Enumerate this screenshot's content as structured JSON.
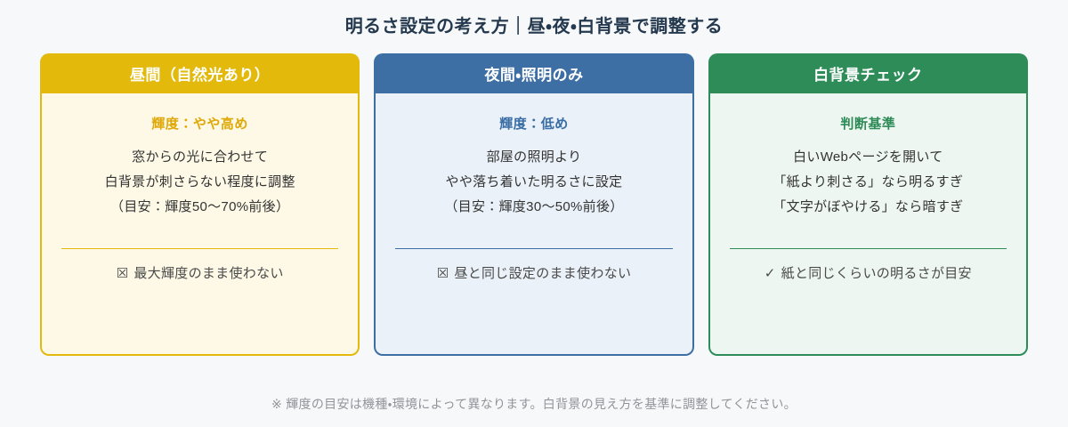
{
  "page": {
    "title": "明るさ設定の考え方｜昼・夜・白背景で調整する",
    "footnote": "※ 輝度の目安は機種・環境によって異なります。白背景の見え方を基準に調整してください。",
    "background_color": "#F7F8FA",
    "title_color": "#25394E"
  },
  "cards": [
    {
      "id": "daytime",
      "title": "昼間（自然光あり）",
      "accent_label": "輝度：やや高め",
      "lines": [
        "窓からの光に合わせて",
        "白背景が刺さらない程度に調整",
        "（目安：輝度50〜70%前後）"
      ],
      "note_icon": "☒",
      "note": "最大輝度のまま使わない",
      "colors": {
        "main": "#E3BA0B",
        "body_bg": "#FDF9E6",
        "accent": "#DFA90A"
      }
    },
    {
      "id": "night",
      "title": "夜間・照明のみ",
      "accent_label": "輝度：低め",
      "lines": [
        "部屋の照明より",
        "やや落ち着いた明るさに設定",
        "（目安：輝度30〜50%前後）"
      ],
      "note_icon": "☒",
      "note": "昼と同じ設定のまま使わない",
      "colors": {
        "main": "#3E6FA4",
        "body_bg": "#EAF1F8",
        "accent": "#3A6EA5"
      }
    },
    {
      "id": "white-background-check",
      "title": "白背景チェック",
      "accent_label": "判断基準",
      "lines": [
        "白いWebページを開いて",
        "「紙より刺さる」なら明るすぎ",
        "「文字がぼやける」なら暗すぎ"
      ],
      "note_icon": "✓",
      "note": "紙と同じくらいの明るさが目安",
      "colors": {
        "main": "#2E8C59",
        "body_bg": "#EDF6F0",
        "accent": "#2E8B57"
      }
    }
  ]
}
